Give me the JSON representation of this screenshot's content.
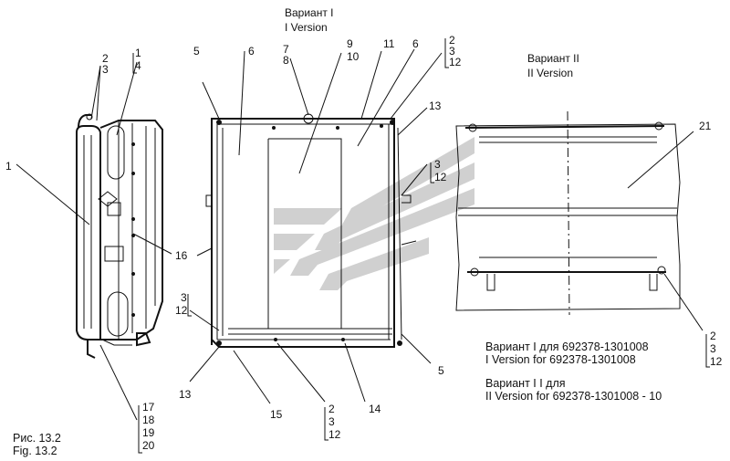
{
  "titles": {
    "variant_one_ru": "Вариант I",
    "variant_one_en": "I Version",
    "variant_two_ru": "Вариант II",
    "variant_two_en": "II Version"
  },
  "callouts": {
    "left_1": "1",
    "left_2": "2",
    "left_3": "3",
    "top_1": "1",
    "top_4": "4",
    "c16": "16",
    "c17": "17",
    "c18": "18",
    "c19": "19",
    "c20": "20",
    "mid_5_top": "5",
    "mid_6_left": "6",
    "c7": "7",
    "c8": "8",
    "c9": "9",
    "c10": "10",
    "c11": "11",
    "mid_6_right": "6",
    "tr_2": "2",
    "tr_3": "3",
    "tr_12": "12",
    "mid_13_right": "13",
    "mr_3": "3",
    "mr_12": "12",
    "ml_3": "3",
    "ml_12": "12",
    "mid_13_bottom": "13",
    "c15": "15",
    "bot_2": "2",
    "bot_3": "3",
    "bot_12": "12",
    "c14": "14",
    "mid_5_bottom": "5",
    "c21": "21",
    "fr_2": "2",
    "fr_3": "3",
    "fr_12": "12"
  },
  "notes": {
    "v1_ru": "Вариант I  для 692378-1301008",
    "v1_en": "I Version for 692378-1301008",
    "v2_ru": "Вариант I I  для",
    "v2_en": "II Version for 692378-1301008 - 10"
  },
  "caption": {
    "ru": "Рис. 13.2",
    "en": "Fig. 13.2"
  }
}
